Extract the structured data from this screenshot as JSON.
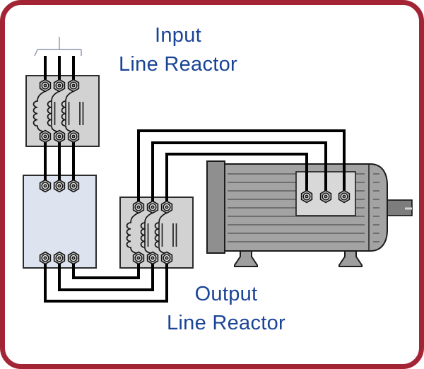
{
  "labels": {
    "input": {
      "line1": "Input",
      "line2": "Line Reactor"
    },
    "output": {
      "line1": "Output",
      "line2": "Line Reactor"
    }
  },
  "colors": {
    "border": "#a32434",
    "label_text": "#1a4496",
    "wire": "#000000",
    "reactor_fill": "#d2d2d2",
    "vfd_fill": "#dde4ef",
    "motor_body": "#a3a3a3",
    "motor_end_cap": "#8f8f8f",
    "motor_terminal_plate": "#d8d8d8",
    "motor_shaft": "#7d7d7d"
  },
  "components": {
    "supply": "three-phase-supply-bracket",
    "input_reactor": "input-line-reactor",
    "drive": "vfd-box",
    "output_reactor": "output-line-reactor",
    "motor": "ac-induction-motor"
  }
}
